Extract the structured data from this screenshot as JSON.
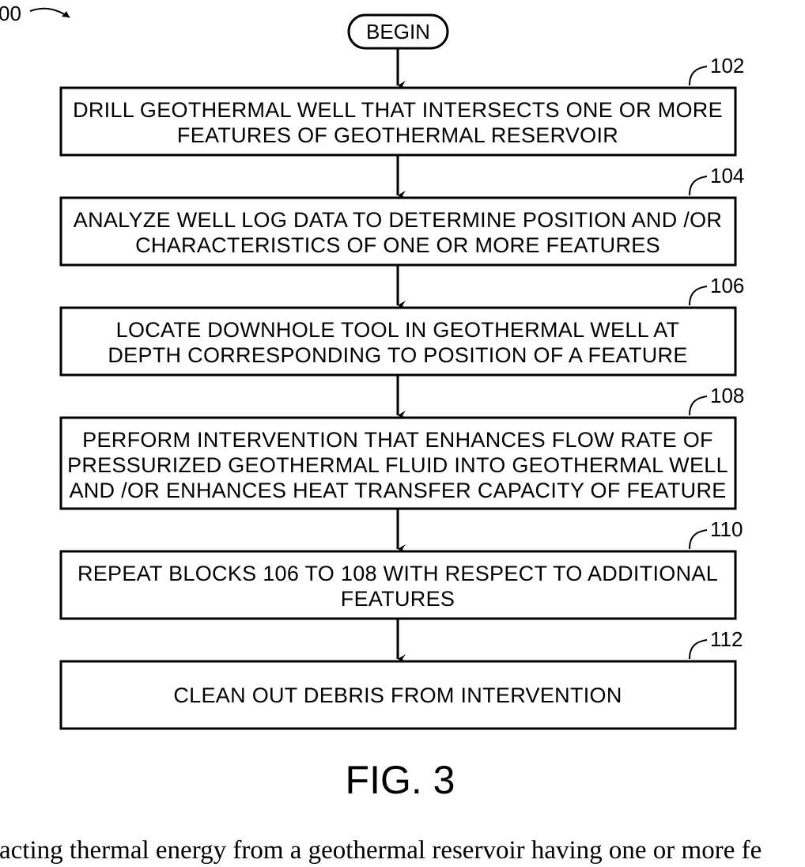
{
  "figure": {
    "ref_label": "00",
    "title": "FIG. 3",
    "begin_label": "BEGIN"
  },
  "steps": [
    {
      "ref": "102",
      "lines": [
        "DRILL GEOTHERMAL WELL THAT INTERSECTS ONE OR MORE",
        "FEATURES OF GEOTHERMAL RESERVOIR"
      ]
    },
    {
      "ref": "104",
      "lines": [
        "ANALYZE WELL LOG DATA TO DETERMINE POSITION AND /OR",
        "CHARACTERISTICS OF ONE OR MORE FEATURES"
      ]
    },
    {
      "ref": "106",
      "lines": [
        "LOCATE DOWNHOLE TOOL IN GEOTHERMAL WELL AT",
        "DEPTH CORRESPONDING TO POSITION OF A FEATURE"
      ]
    },
    {
      "ref": "108",
      "lines": [
        "PERFORM INTERVENTION THAT ENHANCES FLOW RATE OF",
        "PRESSURIZED GEOTHERMAL FLUID INTO GEOTHERMAL WELL",
        "AND /OR ENHANCES HEAT TRANSFER CAPACITY OF FEATURE"
      ]
    },
    {
      "ref": "110",
      "lines": [
        "REPEAT BLOCKS 106 TO 108 WITH RESPECT TO ADDITIONAL",
        "FEATURES"
      ]
    },
    {
      "ref": "112",
      "lines": [
        "CLEAN OUT DEBRIS FROM INTERVENTION"
      ]
    }
  ],
  "caption": "racting thermal energy from a geothermal reservoir having one or more fe"
}
